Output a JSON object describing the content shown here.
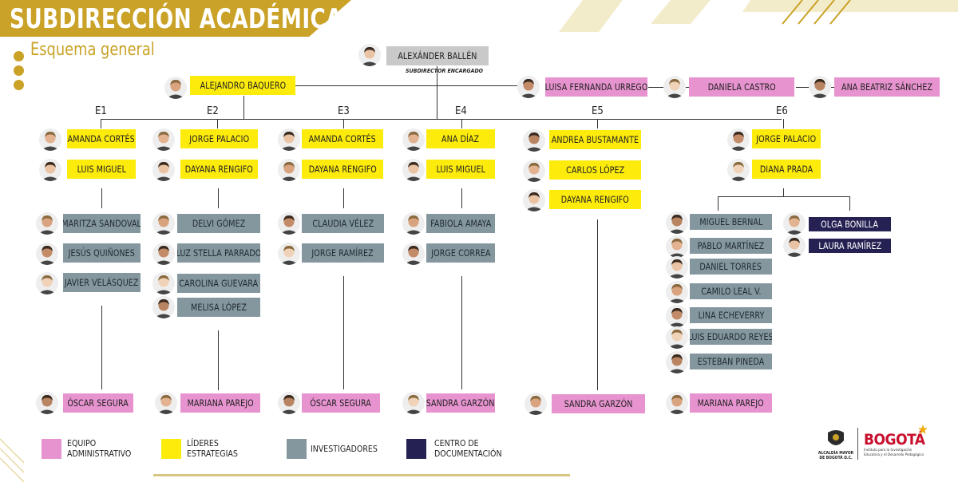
{
  "header": {
    "title": "SUBDIRECCIÓN ACADÉMICA",
    "subtitle": "Esquema general"
  },
  "director": {
    "name": "ALEXÁNDER BALLÉN",
    "role": "SUBDIRECTOR ENCARGADO"
  },
  "left_lead": {
    "name": "ALEJANDRO BAQUERO"
  },
  "admin_chain": [
    "LUISA FERNANDA URREGO",
    "DANIELA CASTRO",
    "ANA BEATRIZ SÁNCHEZ"
  ],
  "teams": [
    {
      "label": "E1",
      "leaders": [
        "AMANDA CORTÉS",
        "LUIS MIGUEL"
      ],
      "researchers": [
        "MARITZA SANDOVAL",
        "JESÚS QUIÑONES",
        "JAVIER VELÁSQUEZ"
      ],
      "admin": "ÓSCAR SEGURA"
    },
    {
      "label": "E2",
      "leaders": [
        "JORGE PALACIO",
        "DAYANA RENGIFO"
      ],
      "researchers": [
        "DELVI GÓMEZ",
        "LUZ STELLA PARRADO",
        "CAROLINA GUEVARA",
        "MELISA LÓPEZ"
      ],
      "admin": "MARIANA PAREJO"
    },
    {
      "label": "E3",
      "leaders": [
        "AMANDA CORTÉS",
        "DAYANA RENGIFO"
      ],
      "researchers": [
        "CLAUDIA VÉLEZ",
        "JORGE RAMÍREZ"
      ],
      "admin": "ÓSCAR SEGURA"
    },
    {
      "label": "E4",
      "leaders": [
        "ANA DÍAZ",
        "LUIS MIGUEL"
      ],
      "researchers": [
        "FABIOLA AMAYA",
        "JORGE CORREA"
      ],
      "admin": "SANDRA GARZÓN"
    },
    {
      "label": "E5",
      "leaders": [
        "ANDREA BUSTAMANTE",
        "CARLOS LÓPEZ",
        "DAYANA RENGIFO"
      ],
      "researchers": [],
      "admin": "SANDRA GARZÓN"
    },
    {
      "label": "E6",
      "leaders": [
        "JORGE PALACIO",
        "DIANA PRADA"
      ],
      "researchers": [
        "MIGUEL BERNAL",
        "PABLO MARTÍNEZ",
        "DANIEL TORRES",
        "CAMILO LEAL V.",
        "LINA ECHEVERRY",
        "LUIS EDUARDO REYES",
        "ESTEBAN PINEDA"
      ],
      "documentation": [
        "OLGA BONILLA",
        "LAURA RAMÍREZ"
      ],
      "admin": "MARIANA PAREJO"
    }
  ],
  "legend": [
    {
      "label": "EQUIPO\nADMINISTRATIVO",
      "color": "#e793cf"
    },
    {
      "label": "LÍDERES\nESTRATEGIAS",
      "color": "#fdeb0b"
    },
    {
      "label": "INVESTIGADORES",
      "color": "#85979e"
    },
    {
      "label": "CENTRO DE\nDOCUMENTACIÓN",
      "color": "#252253"
    }
  ],
  "logo": {
    "left_name": "ALCALDÍA MAYOR\nDE BOGOTÁ D.C.",
    "brand": "BOGOTÁ",
    "brand_sub": "Instituto para la Investigación\nEducativa y el Desarrollo Pedagógico"
  }
}
